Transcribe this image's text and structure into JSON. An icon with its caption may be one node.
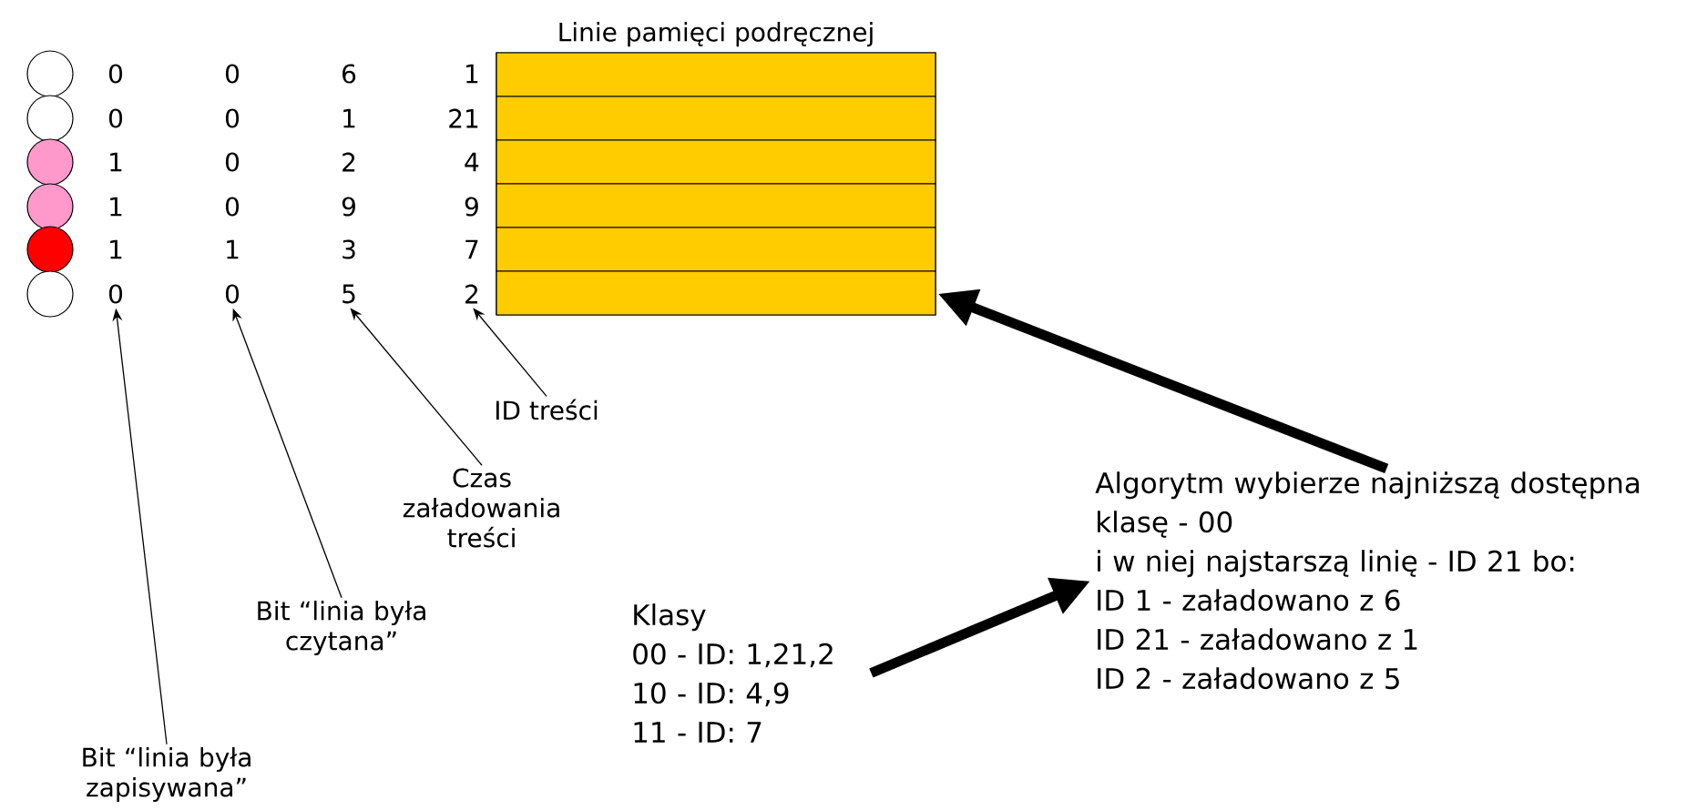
{
  "diagram": {
    "nodes": [
      {
        "text": [],
        "shape": "circle"
      },
      {
        "text": [],
        "shape": "circle"
      },
      {
        "text": [],
        "shape": "circle"
      },
      {
        "text": [],
        "shape": "circle"
      },
      {
        "text": [],
        "shape": "circle"
      },
      {
        "text": [],
        "shape": "circle"
      },
      {
        "text": [
          "Linie pamięci podręcznej"
        ]
      },
      {
        "text": [],
        "shape": "box",
        "in": 6
      },
      {
        "text": [],
        "shape": "box",
        "in": 6
      },
      {
        "text": [],
        "shape": "box",
        "in": 6
      },
      {
        "text": [],
        "shape": "box",
        "in": 6
      },
      {
        "text": [],
        "shape": "box",
        "in": 6
      },
      {
        "text": [],
        "shape": "box",
        "in": 6
      },
      {
        "text": [
          "0"
        ]
      },
      {
        "text": [
          "0"
        ]
      },
      {
        "text": [
          "5"
        ]
      },
      {
        "text": [
          "2"
        ]
      },
      {
        "text": [
          "ID treści"
        ]
      },
      {
        "text": [
          "Czas załadowania treści"
        ]
      },
      {
        "text": [
          "Bit “linia była czytana”"
        ]
      },
      {
        "text": [
          "Bit “linia była zapisywana”"
        ]
      },
      {
        "text": [
          "Klasy",
          "00 - ID: 1,21,2",
          "10 - ID: 4,9",
          "11 - ID: 7"
        ]
      },
      {
        "text": [
          "Algorytm wybierze najniższą dostępna klasę - 00",
          "i w niej najstarszą linię - ID 21 bo:",
          "ID 1 - załadowano z 6",
          "ID 21 - załadowano z 1",
          "ID 2 - załadowano z 5"
        ]
      }
    ],
    "edges": [
      {
        "from": 17,
        "to": 16,
        "arrow": "to"
      },
      {
        "from": 18,
        "to": 15,
        "arrow": "to"
      },
      {
        "from": 19,
        "to": 14,
        "arrow": "to"
      },
      {
        "from": 20,
        "to": 13,
        "arrow": "to"
      },
      {
        "from": 21,
        "to": 22,
        "arrow": "to",
        "style": "thick"
      },
      {
        "from": 22,
        "to": 12,
        "arrow": "to",
        "style": "thick"
      }
    ],
    "labels": [
      "0",
      "0",
      "6",
      "1",
      "0",
      "0",
      "1",
      "21",
      "1",
      "0",
      "2",
      "4",
      "1",
      "0",
      "9",
      "9",
      "1",
      "1",
      "3",
      "7"
    ]
  }
}
